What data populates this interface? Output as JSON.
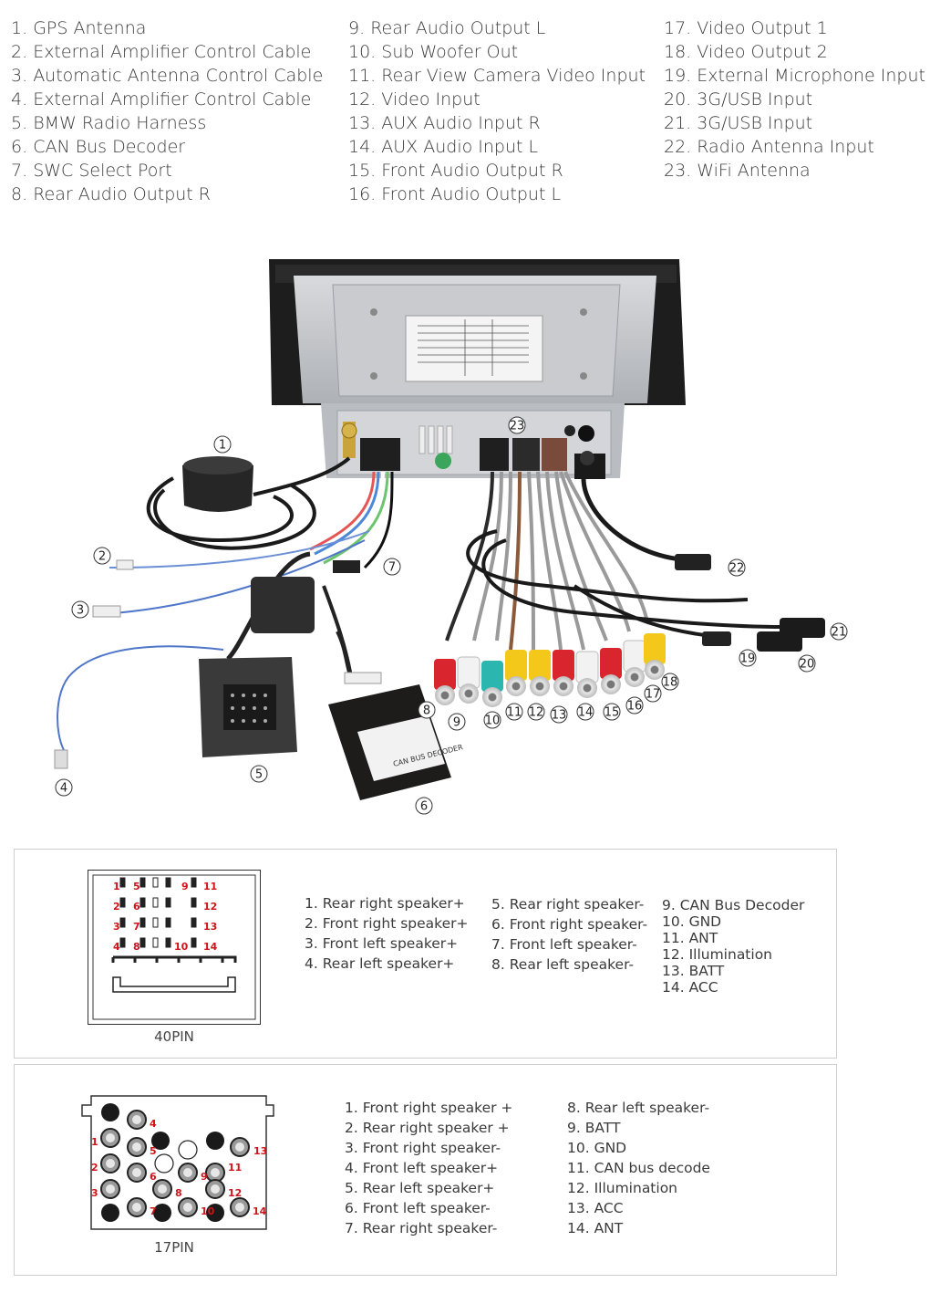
{
  "legend": {
    "col1": [
      {
        "num": "1.",
        "label": "GPS Antenna"
      },
      {
        "num": "2.",
        "label": "External Amplifier Control Cable"
      },
      {
        "num": "3.",
        "label": "Automatic Antenna Control Cable"
      },
      {
        "num": "4.",
        "label": "External Amplifier Control Cable"
      },
      {
        "num": "5.",
        "label": "BMW Radio Harness"
      },
      {
        "num": "6.",
        "label": "CAN Bus Decoder"
      },
      {
        "num": "7.",
        "label": "SWC Select Port"
      },
      {
        "num": "8.",
        "label": "Rear Audio Output R"
      }
    ],
    "col2": [
      {
        "num": "9.",
        "label": "Rear Audio Output L"
      },
      {
        "num": "10.",
        "label": "Sub Woofer Out"
      },
      {
        "num": "11.",
        "label": "Rear View Camera Video Input"
      },
      {
        "num": "12.",
        "label": "Video Input"
      },
      {
        "num": "13.",
        "label": "AUX Audio Input R"
      },
      {
        "num": "14.",
        "label": "AUX Audio Input L"
      },
      {
        "num": "15.",
        "label": "Front Audio Output R"
      },
      {
        "num": "16.",
        "label": "Front Audio Output L"
      }
    ],
    "col3": [
      {
        "num": "17.",
        "label": "Video Output 1"
      },
      {
        "num": "18.",
        "label": "Video Output 2"
      },
      {
        "num": "19.",
        "label": "External Microphone Input"
      },
      {
        "num": "20.",
        "label": "3G/USB Input"
      },
      {
        "num": "21.",
        "label": "3G/USB Input"
      },
      {
        "num": "22.",
        "label": "Radio Antenna Input"
      },
      {
        "num": "23.",
        "label": "WiFi Antenna"
      }
    ]
  },
  "callouts": [
    "1",
    "2",
    "3",
    "4",
    "5",
    "6",
    "7",
    "8",
    "9",
    "10",
    "11",
    "12",
    "13",
    "14",
    "15",
    "16",
    "17",
    "18",
    "19",
    "20",
    "21",
    "22",
    "23"
  ],
  "can_box_label": "CAN BUS DECODER",
  "pin40": {
    "caption": "40PIN",
    "grid_labels": [
      "1",
      "5",
      "9",
      "11",
      "2",
      "6",
      "12",
      "3",
      "7",
      "13",
      "4",
      "8",
      "10",
      "14"
    ],
    "list1": [
      "1. Rear right speaker+",
      "2. Front right speaker+",
      "3. Front left speaker+",
      "4. Rear left speaker+"
    ],
    "list2": [
      "5. Rear right speaker-",
      "6. Front right speaker-",
      "7. Front left speaker-",
      "8. Rear left speaker-"
    ],
    "list3": [
      "9.  CAN Bus Decoder",
      "10. GND",
      "11. ANT",
      "12. Illumination",
      "13. BATT",
      "14. ACC"
    ]
  },
  "pin17": {
    "caption": "17PIN",
    "grid_labels": [
      "4",
      "1",
      "5",
      "13",
      "2",
      "6",
      "9",
      "11",
      "3",
      "8",
      "12",
      "7",
      "10",
      "14"
    ],
    "list1": [
      "1. Front right speaker +",
      "2. Rear  right speaker +",
      "3. Front  right speaker-",
      "4. Front  left speaker+",
      "5. Rear  left speaker+",
      "6. Front left speaker-",
      "7. Rear  right speaker-"
    ],
    "list2": [
      "8.   Rear  left  speaker-",
      "9.   BATT",
      "10. GND",
      "11. CAN bus decode",
      "12. Illumination",
      "13. ACC",
      "14. ANT"
    ]
  },
  "colors": {
    "red_label": "#d0141b",
    "rca_red": "#d9262e",
    "rca_white": "#f2f2f2",
    "rca_yellow": "#f3c81b",
    "rca_cyan": "#2bb6b0"
  }
}
